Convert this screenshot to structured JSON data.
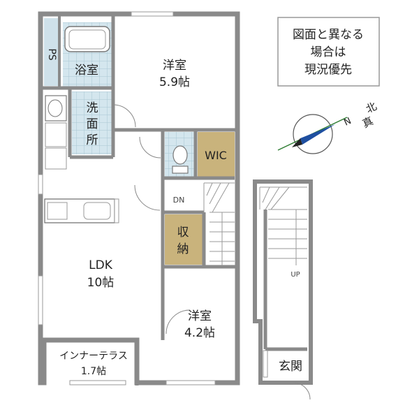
{
  "notice": {
    "line1": "図面と異なる",
    "line2": "場合は",
    "line3": "現況優先"
  },
  "compass": {
    "north_letter": "N",
    "north_kanji": "北",
    "direction_kanji": "真"
  },
  "rooms": {
    "ps": "PS",
    "bath": "浴室",
    "western1_name": "洋室",
    "western1_size": "5.9帖",
    "wash_1": "洗",
    "wash_2": "面",
    "wash_3": "所",
    "wic": "WIC",
    "dn": "DN",
    "storage_1": "収",
    "storage_2": "納",
    "ldk_name": "LDK",
    "ldk_size": "10帖",
    "western2_name": "洋室",
    "western2_size": "4.2帖",
    "terrace_name": "インナーテラス",
    "terrace_size": "1.7帖",
    "up": "UP",
    "entrance": "玄関"
  },
  "colors": {
    "wall": "#8a8a8a",
    "tile_fill": "#d4e6ee",
    "tile_grid": "#a9c6d3",
    "wood": "#c9b37c",
    "ps_fill": "#cfe1ea",
    "compass_green": "#2e7d32",
    "compass_blue": "#1e4fa0"
  }
}
